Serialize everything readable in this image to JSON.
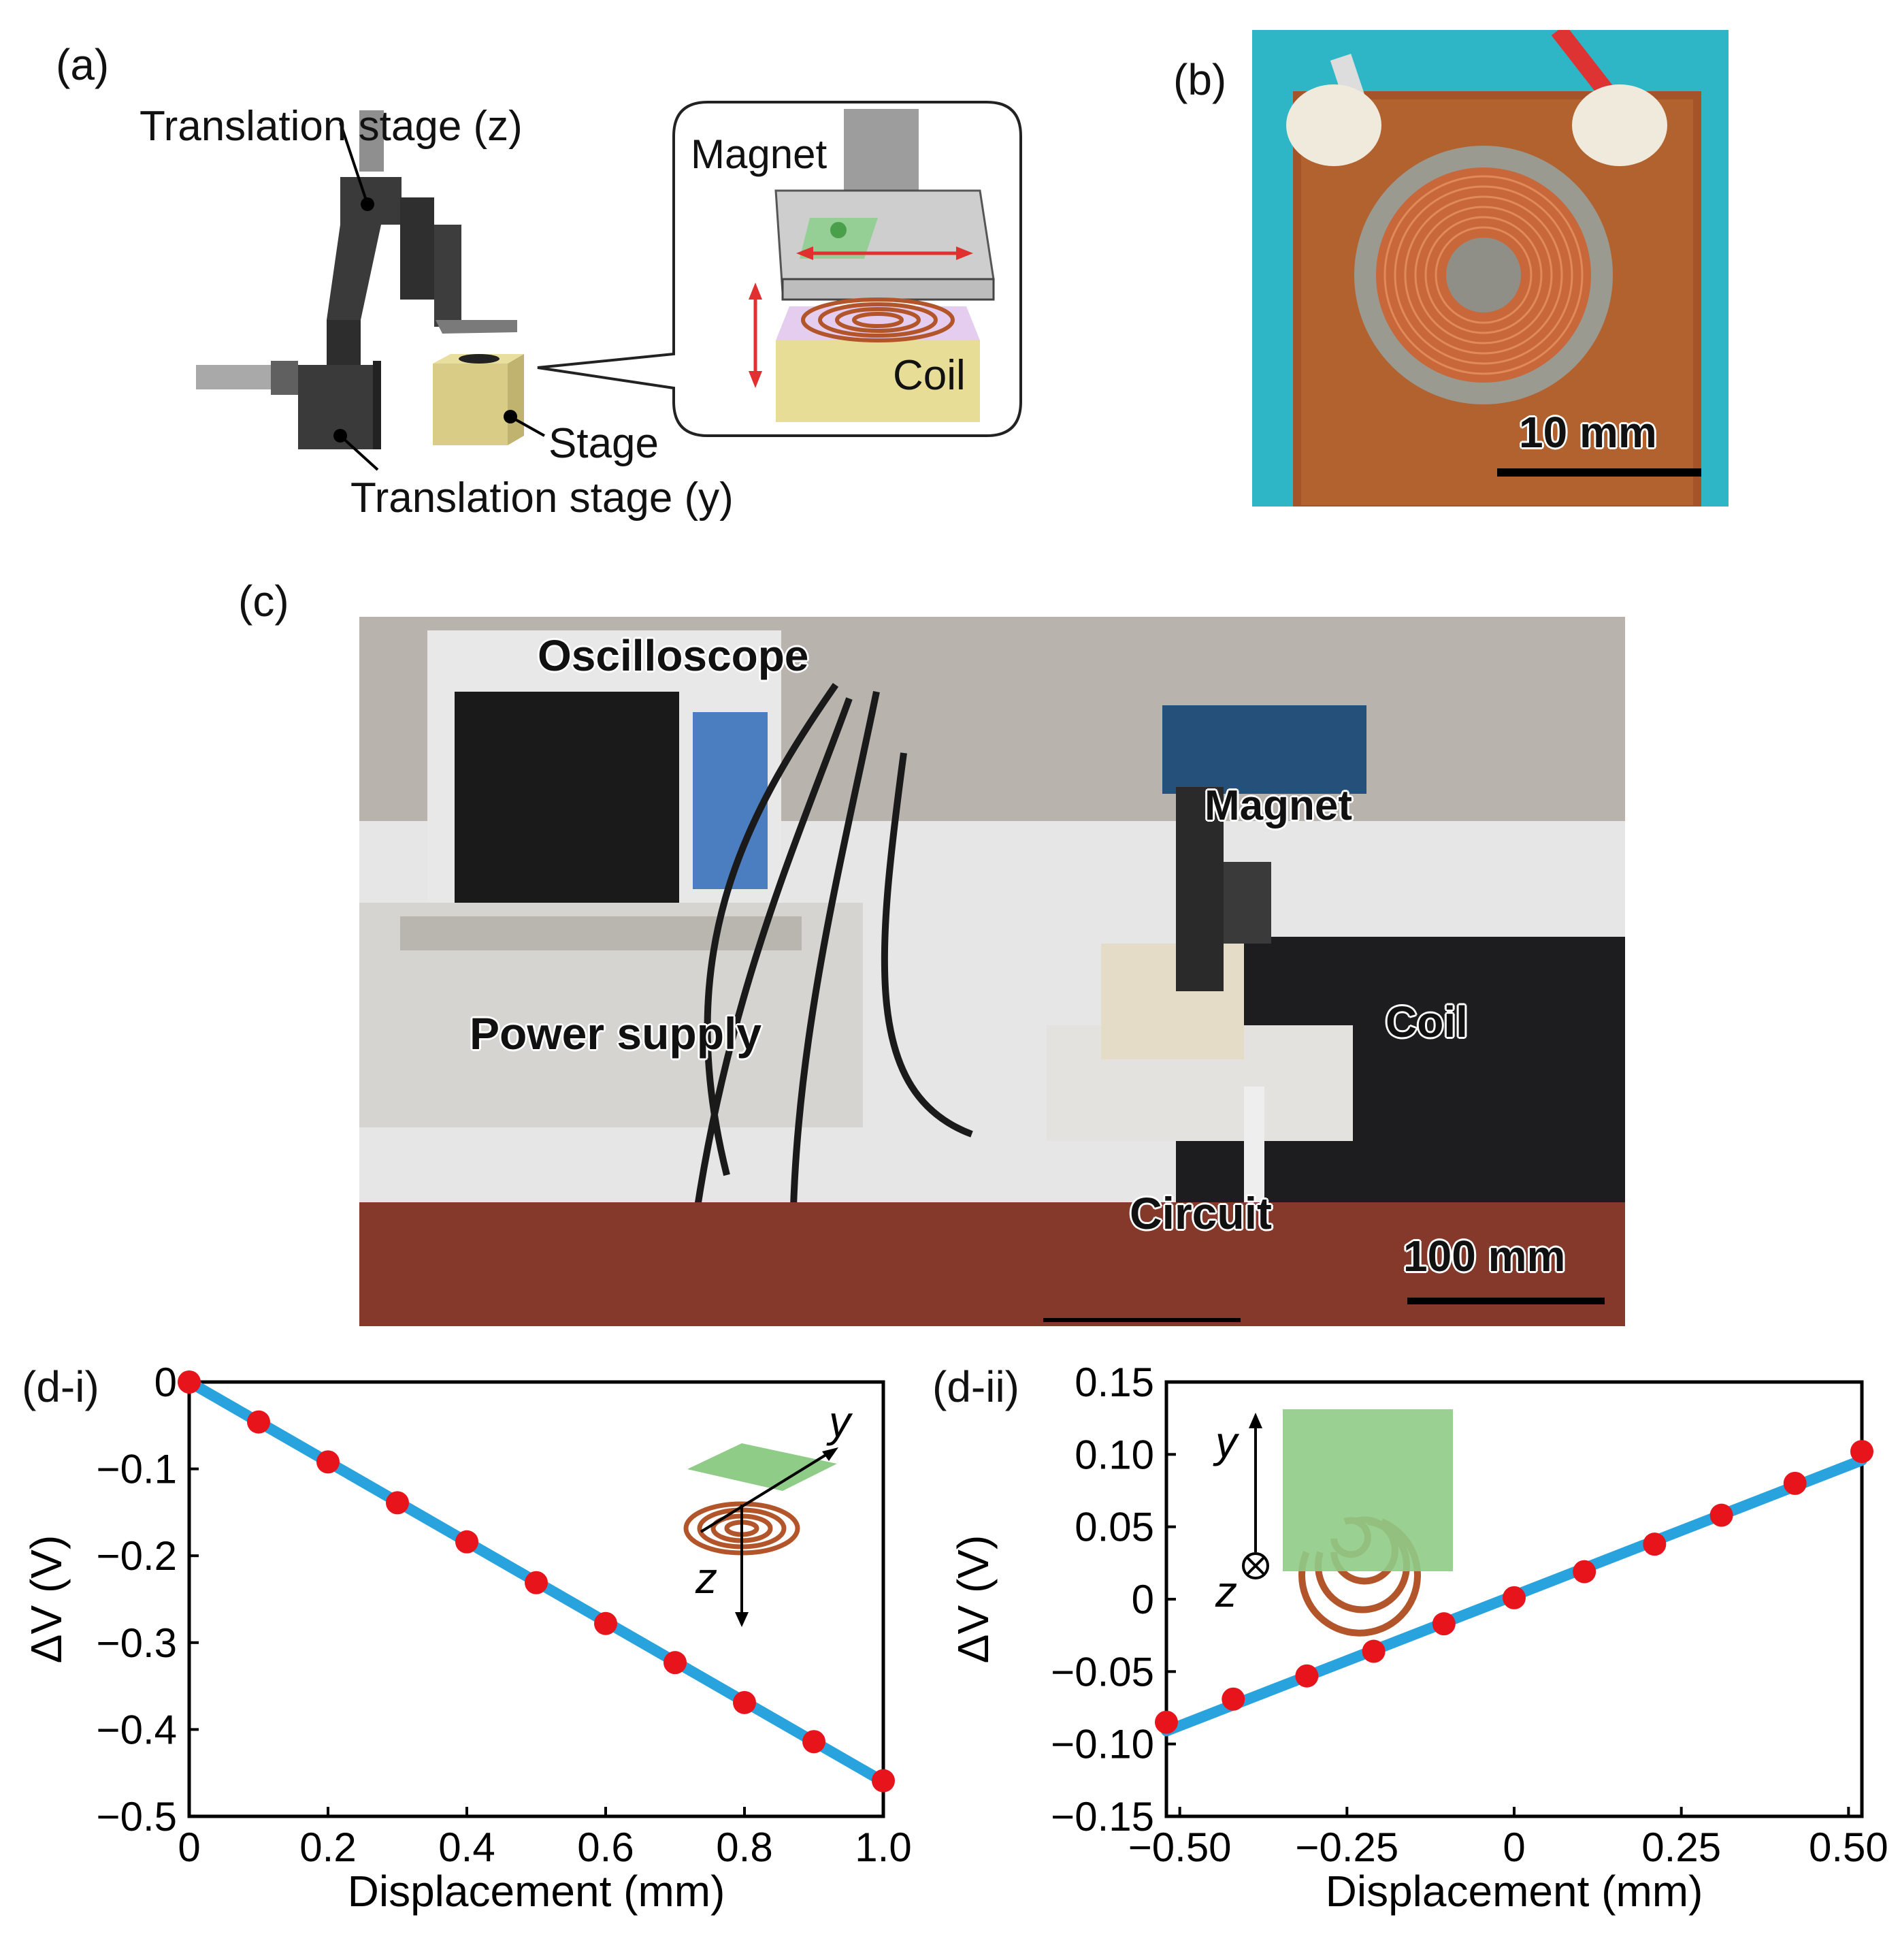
{
  "panels": {
    "a": {
      "label": "(a)",
      "translation_z": "Translation stage (z)",
      "translation_y": "Translation stage (y)",
      "stage": "Stage",
      "magnet": "Magnet",
      "coil": "Coil"
    },
    "b": {
      "label": "(b)",
      "scalebar": "10 mm"
    },
    "c": {
      "label": "(c)",
      "oscilloscope": "Oscilloscope",
      "magnet": "Magnet",
      "coil": "Coil",
      "power_supply": "Power supply",
      "circuit": "Circuit",
      "scalebar": "100 mm"
    },
    "d_i": {
      "label": "(d-i)",
      "inset_y": "y",
      "inset_z": "z"
    },
    "d_ii": {
      "label": "(d-ii)",
      "inset_y": "y",
      "inset_z": "z"
    }
  },
  "chart_data": [
    {
      "type": "line",
      "panel": "d-i",
      "xlabel": "Displacement (mm)",
      "ylabel": "ΔV (V)",
      "xlim": [
        0,
        1.0
      ],
      "ylim": [
        -0.5,
        0
      ],
      "xticks": [
        "0",
        "0.2",
        "0.4",
        "0.6",
        "0.8",
        "1.0"
      ],
      "yticks": [
        "0",
        "−0.1",
        "−0.2",
        "−0.3",
        "−0.4",
        "−0.5"
      ],
      "line_color": "#29a3de",
      "marker_color": "#e8141c",
      "fit_line": {
        "x": [
          0,
          1.0
        ],
        "y": [
          0,
          -0.46
        ]
      },
      "x": [
        0,
        0.1,
        0.2,
        0.3,
        0.4,
        0.5,
        0.6,
        0.7,
        0.8,
        0.9,
        1.0
      ],
      "y": [
        0,
        -0.046,
        -0.092,
        -0.139,
        -0.184,
        -0.231,
        -0.278,
        -0.323,
        -0.369,
        -0.414,
        -0.459
      ]
    },
    {
      "type": "line",
      "panel": "d-ii",
      "xlabel": "Displacement (mm)",
      "ylabel": "ΔV (V)",
      "xlim": [
        -0.52,
        0.52
      ],
      "ylim": [
        -0.15,
        0.15
      ],
      "xticks": [
        "−0.50",
        "−0.25",
        "0",
        "0.25",
        "0.50"
      ],
      "yticks": [
        "0.15",
        "0.10",
        "0.05",
        "0",
        "−0.05",
        "−0.10",
        "−0.15"
      ],
      "line_color": "#29a3de",
      "marker_color": "#e8141c",
      "fit_line": {
        "x": [
          -0.52,
          0.52
        ],
        "y": [
          -0.091,
          0.096
        ]
      },
      "x": [
        -0.52,
        -0.42,
        -0.31,
        -0.21,
        -0.105,
        0,
        0.105,
        0.21,
        0.31,
        0.42,
        0.52
      ],
      "y": [
        -0.085,
        -0.069,
        -0.053,
        -0.036,
        -0.017,
        0.001,
        0.019,
        0.038,
        0.058,
        0.08,
        0.102
      ]
    }
  ]
}
